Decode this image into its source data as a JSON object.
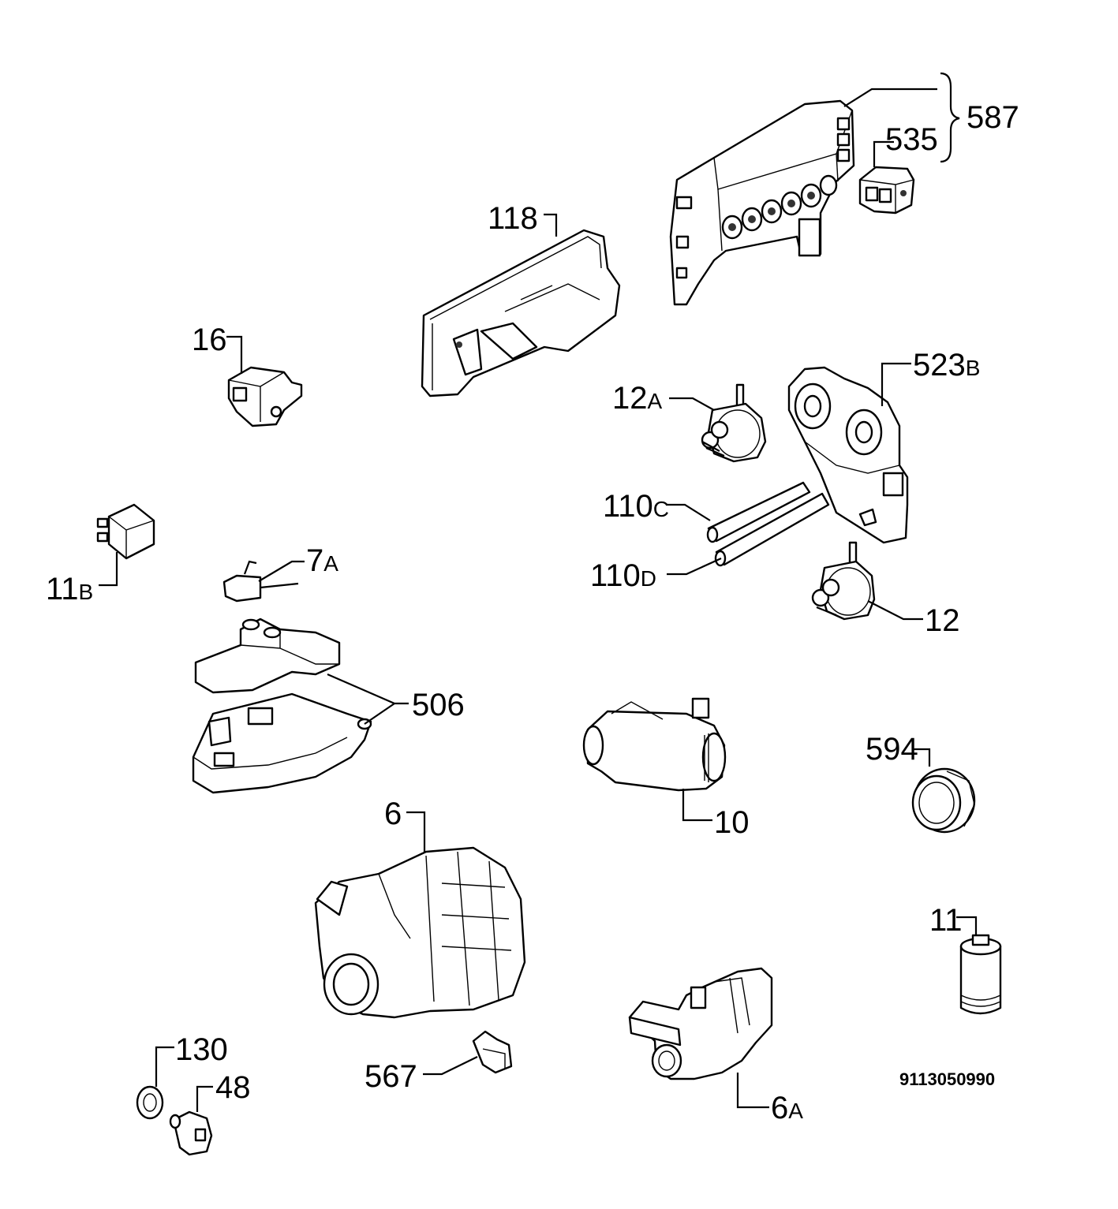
{
  "drawing_code": "9113050990",
  "labels": [
    {
      "id": "587",
      "main": "587",
      "suffix": ""
    },
    {
      "id": "535",
      "main": "535",
      "suffix": ""
    },
    {
      "id": "118",
      "main": "118",
      "suffix": ""
    },
    {
      "id": "16",
      "main": "16",
      "suffix": ""
    },
    {
      "id": "523B",
      "main": "523",
      "suffix": "B"
    },
    {
      "id": "12A",
      "main": "12",
      "suffix": "A"
    },
    {
      "id": "110C",
      "main": "110",
      "suffix": "C"
    },
    {
      "id": "110D",
      "main": "110",
      "suffix": "D"
    },
    {
      "id": "12",
      "main": "12",
      "suffix": ""
    },
    {
      "id": "11B",
      "main": "11",
      "suffix": "B"
    },
    {
      "id": "7A",
      "main": "7",
      "suffix": "A"
    },
    {
      "id": "506",
      "main": "506",
      "suffix": ""
    },
    {
      "id": "10",
      "main": "10",
      "suffix": ""
    },
    {
      "id": "594",
      "main": "594",
      "suffix": ""
    },
    {
      "id": "6",
      "main": "6",
      "suffix": ""
    },
    {
      "id": "11",
      "main": "11",
      "suffix": ""
    },
    {
      "id": "567",
      "main": "567",
      "suffix": ""
    },
    {
      "id": "6A",
      "main": "6",
      "suffix": "A"
    },
    {
      "id": "130",
      "main": "130",
      "suffix": ""
    },
    {
      "id": "48",
      "main": "48",
      "suffix": ""
    }
  ]
}
